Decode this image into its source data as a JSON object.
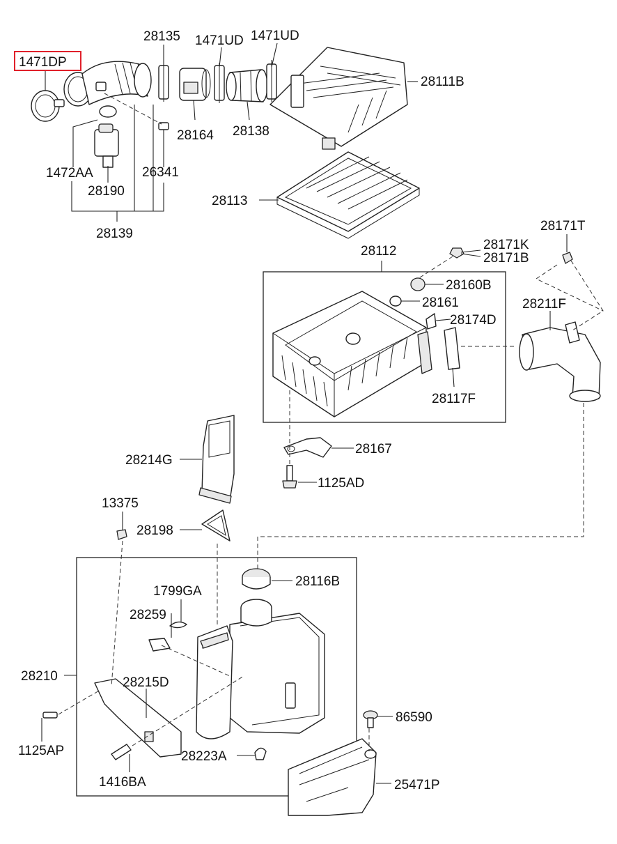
{
  "diagram": {
    "labels": {
      "p1471DP": "1471DP",
      "p28135": "28135",
      "p1471UD_a": "1471UD",
      "p1471UD_b": "1471UD",
      "p28111B": "28111B",
      "p28164": "28164",
      "p28138": "28138",
      "p1472AA": "1472AA",
      "p26341": "26341",
      "p28190": "28190",
      "p28113": "28113",
      "p28139": "28139",
      "p28171T": "28171T",
      "p28112": "28112",
      "p28171K": "28171K",
      "p28171B": "28171B",
      "p28160B": "28160B",
      "p28161": "28161",
      "p28211F": "28211F",
      "p28174D": "28174D",
      "p28117F": "28117F",
      "p28167": "28167",
      "p28214G": "28214G",
      "p1125AD": "1125AD",
      "p13375": "13375",
      "p28198": "28198",
      "p28116B": "28116B",
      "p1799GA": "1799GA",
      "p28259": "28259",
      "p28210": "28210",
      "p28215D": "28215D",
      "p86590": "86590",
      "p1125AP": "1125AP",
      "p28223A": "28223A",
      "p25471P": "25471P",
      "p1416BA": "1416BA"
    },
    "highlighted_part": "1471DP",
    "highlight_color": "#e0202a"
  }
}
